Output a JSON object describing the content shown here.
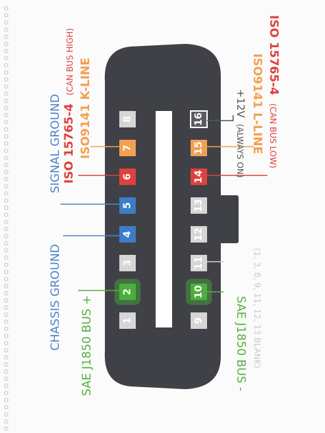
{
  "connector": {
    "body_color": "#3f4147",
    "slot_color": "#ffffff",
    "pin_default_color": "#d9d9d9",
    "pin_text_color": "#ffffff"
  },
  "pins": [
    {
      "num": "1",
      "color": "#d6d6d6"
    },
    {
      "num": "2",
      "color": "#4cae3c",
      "glow": true
    },
    {
      "num": "3",
      "color": "#d6d6d6"
    },
    {
      "num": "4",
      "color": "#3d7cc9"
    },
    {
      "num": "5",
      "color": "#3d7cc9"
    },
    {
      "num": "6",
      "color": "#e0413f"
    },
    {
      "num": "7",
      "color": "#f2a052"
    },
    {
      "num": "8",
      "color": "#d6d6d6"
    },
    {
      "num": "9",
      "color": "#d6d6d6"
    },
    {
      "num": "10",
      "color": "#4cae3c",
      "glow": true
    },
    {
      "num": "11",
      "color": "#d6d6d6"
    },
    {
      "num": "12",
      "color": "#d6d6d6"
    },
    {
      "num": "13",
      "color": "#d6d6d6"
    },
    {
      "num": "14",
      "color": "#e0413f"
    },
    {
      "num": "15",
      "color": "#f2a052"
    },
    {
      "num": "16",
      "color": "#5a5c60",
      "border": "#ffffff"
    }
  ],
  "labels": {
    "left": [
      {
        "text": "SAE J1850 BUS +",
        "color": "#55b03f"
      },
      {
        "text": "CHASSIS GROUND",
        "color": "#4d86c8"
      },
      {
        "text": "SIGNAL GROUND",
        "color": "#4d86c8"
      },
      {
        "text": "ISO 15765-4",
        "sub": "(CAN BUS HIGH)",
        "color": "#e0413f"
      },
      {
        "text": "ISO9141 K-LINE",
        "color": "#f2a052"
      }
    ],
    "right": [
      {
        "text": "SAE J1850 BUS -",
        "color": "#55b03f"
      },
      {
        "text": "(1, 3, 8, 9, 11, 12, 13 BLANK)",
        "color": "#c9c9c9"
      },
      {
        "text": "+12V",
        "sub": "(ALWAYS ON)",
        "color": "#555555"
      },
      {
        "text": "ISO9141 L-LINE",
        "color": "#f2a052"
      },
      {
        "text": "ISO 15765-4",
        "sub": "(CAN BUS LOW)",
        "color": "#e0413f"
      }
    ]
  }
}
